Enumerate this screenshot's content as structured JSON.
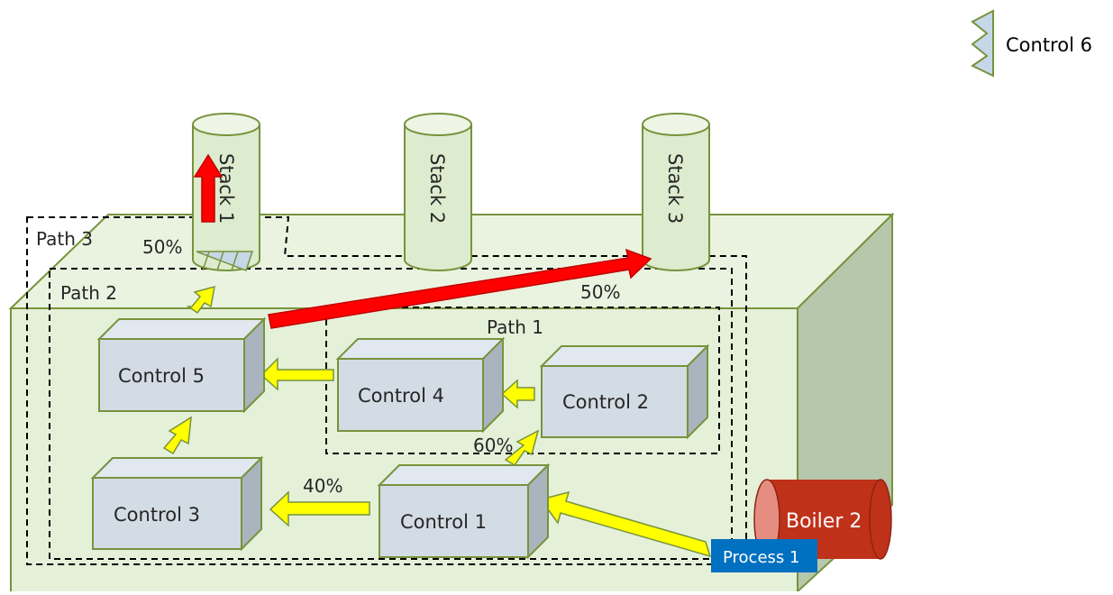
{
  "diagram": {
    "legend": {
      "label": "Control 6"
    },
    "stacks": [
      "Stack 1",
      "Stack 2",
      "Stack 3"
    ],
    "paths": [
      "Path 1",
      "Path 2",
      "Path 3"
    ],
    "controls": [
      "Control 1",
      "Control 2",
      "Control 3",
      "Control 4",
      "Control 5"
    ],
    "boiler": "Boiler 2",
    "process": "Process 1",
    "percentages": {
      "stack1": "50%",
      "stack3": "50%",
      "to_control2": "60%",
      "to_control3": "40%"
    },
    "colors": {
      "enclosure": "#e5f0d9",
      "enclosure_side": "#b7c7ac",
      "box": "#d3dbe4",
      "box_outline": "#77933c",
      "yellow_arrow": "#ffff00",
      "red_arrow": "#ff0000",
      "boiler": "#c0311a",
      "process": "#0070c0"
    }
  }
}
